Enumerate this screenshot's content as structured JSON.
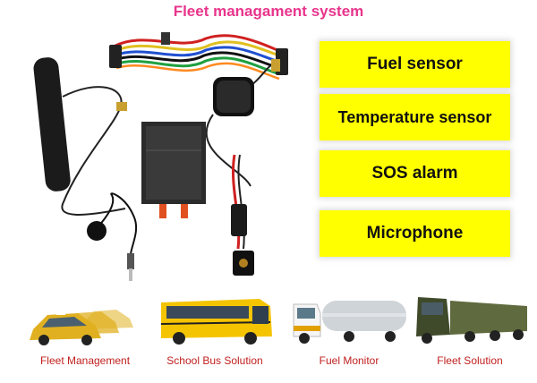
{
  "title": "Fleet managament system",
  "features": [
    {
      "label": "Fuel sensor"
    },
    {
      "label": "Temperature sensor"
    },
    {
      "label": "SOS alarm"
    },
    {
      "label": "Microphone"
    }
  ],
  "solutions": [
    {
      "label": "Fleet Management",
      "icon": "taxi-fleet-icon"
    },
    {
      "label": "School Bus Solution",
      "icon": "school-bus-icon"
    },
    {
      "label": "Fuel Monitor",
      "icon": "fuel-tanker-icon"
    },
    {
      "label": "Fleet Solution",
      "icon": "cargo-truck-icon"
    }
  ],
  "colors": {
    "title": "#e8358c",
    "feature_bg": "#ffff00",
    "caption": "#c0201f"
  }
}
